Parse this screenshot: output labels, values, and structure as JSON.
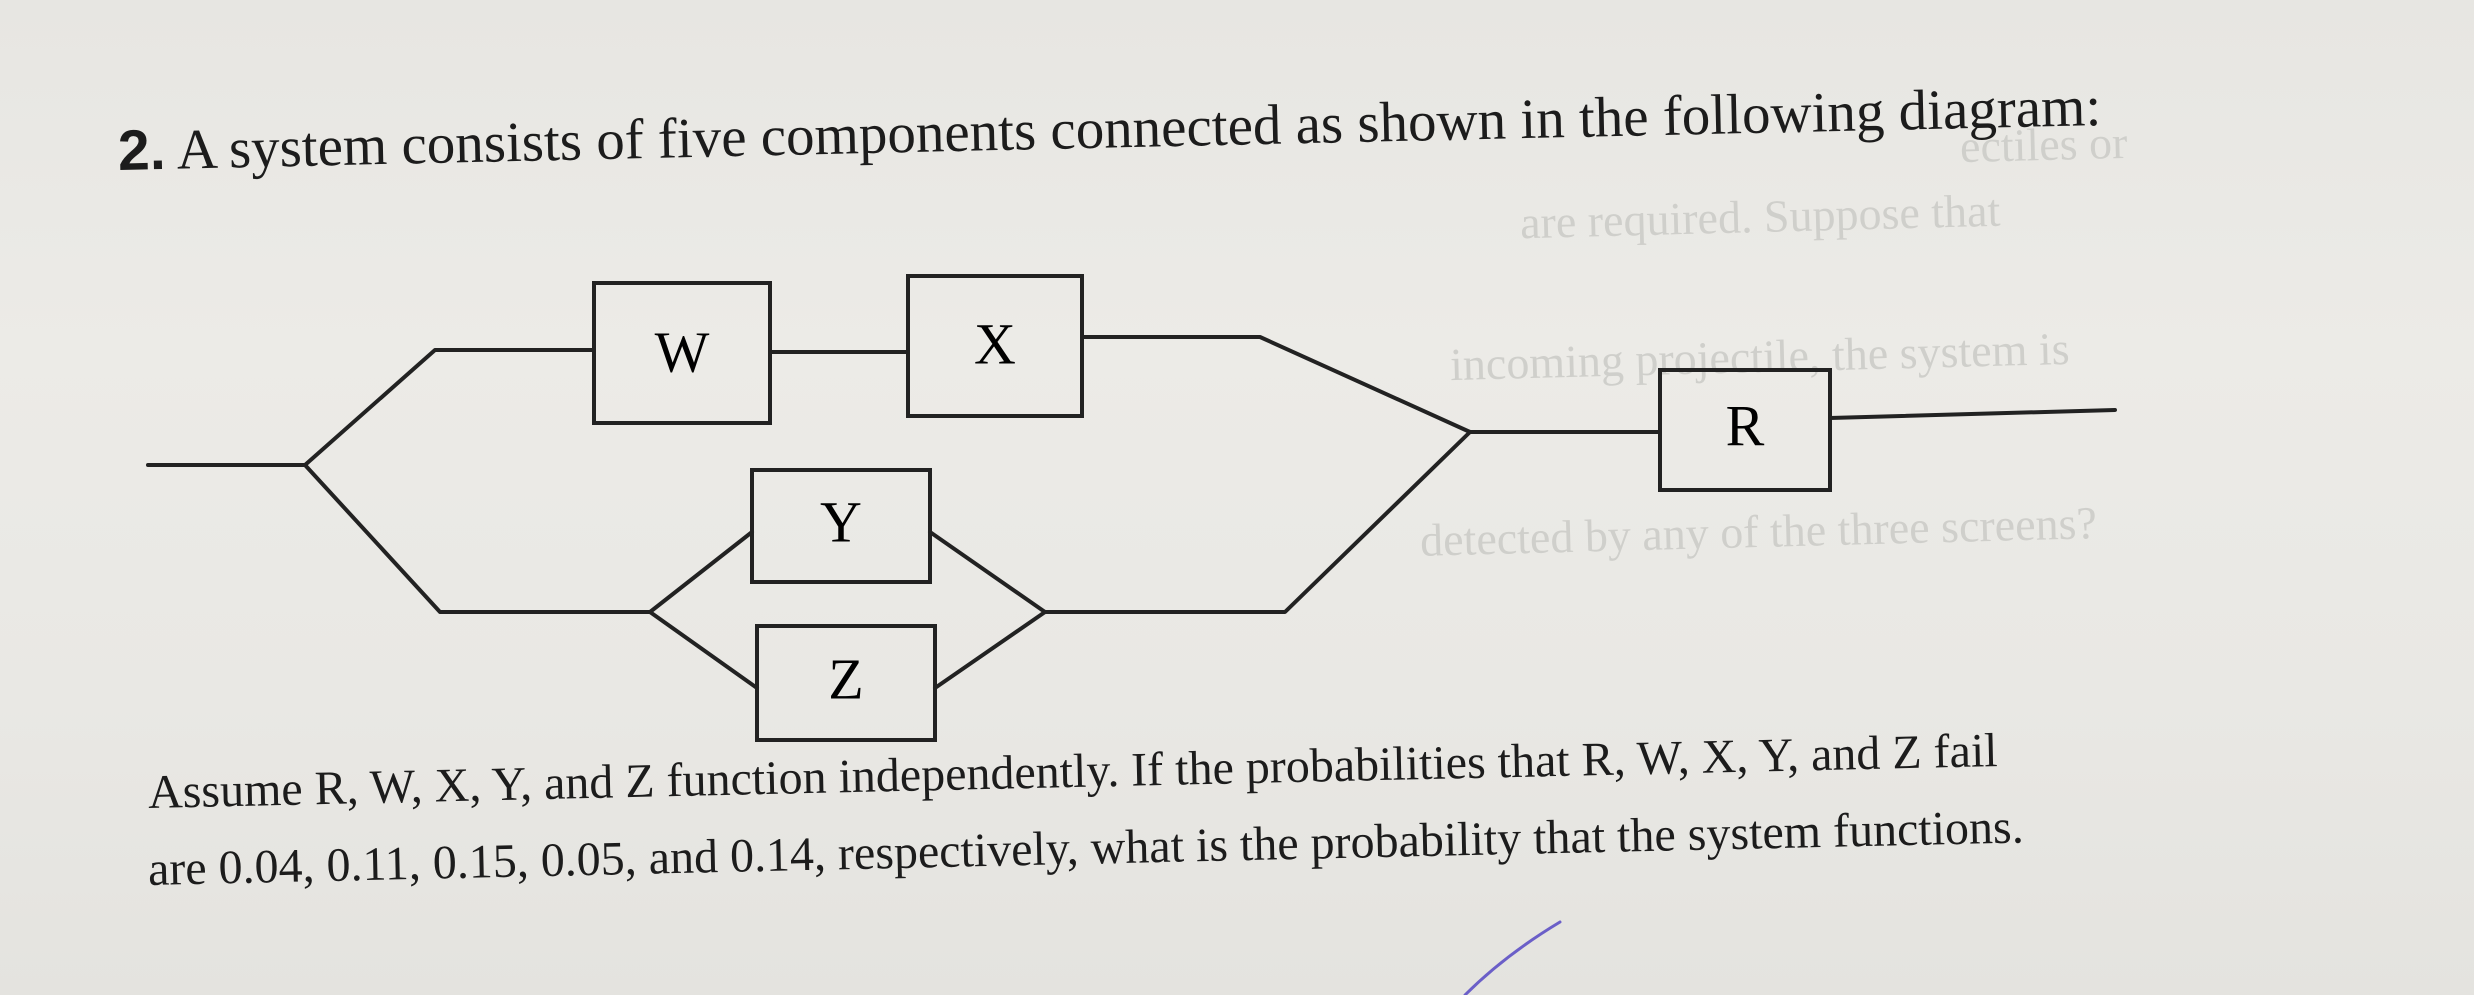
{
  "question": {
    "number": "2.",
    "text": "A system consists of five components connected as shown in the following diagram:"
  },
  "diagram": {
    "components": {
      "W": "W",
      "X": "X",
      "Y": "Y",
      "Z": "Z",
      "R": "R"
    }
  },
  "paragraph": {
    "line1": "Assume R, W, X, Y, and Z function independently. If the probabilities that R, W, X, Y, and Z fail",
    "line2": "are 0.04, 0.11, 0.15, 0.05, and 0.14, respectively, what is the probability that the system functions."
  }
}
